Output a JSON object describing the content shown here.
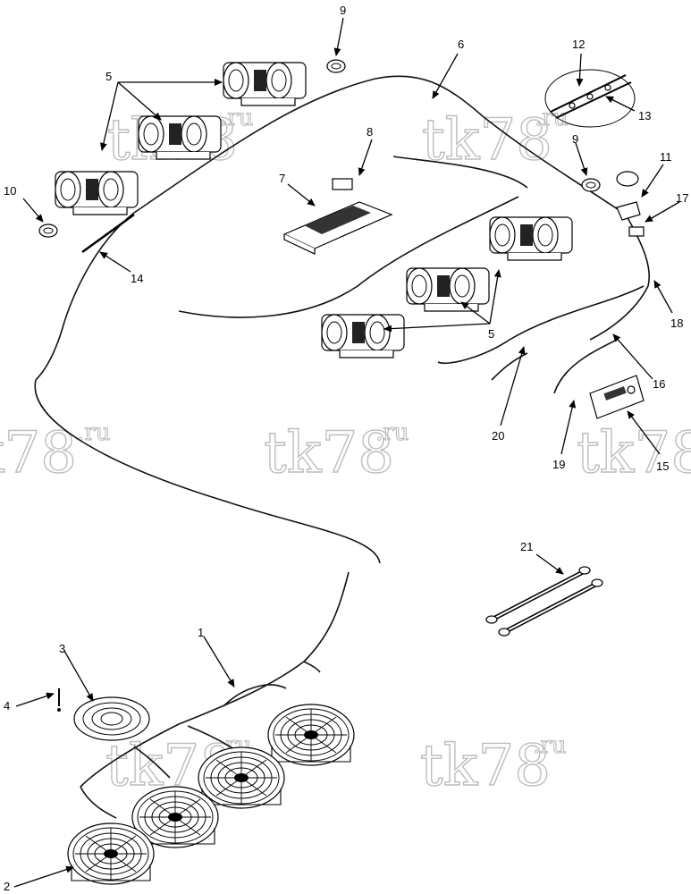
{
  "watermark": {
    "brand": "tk78",
    "suffix": ".ru"
  },
  "labels": [
    {
      "id": "1",
      "text": "1"
    },
    {
      "id": "2",
      "text": "2"
    },
    {
      "id": "3",
      "text": "3"
    },
    {
      "id": "4",
      "text": "4"
    },
    {
      "id": "5a",
      "text": "5"
    },
    {
      "id": "5b",
      "text": "5"
    },
    {
      "id": "6",
      "text": "6"
    },
    {
      "id": "7",
      "text": "7"
    },
    {
      "id": "8",
      "text": "8"
    },
    {
      "id": "9a",
      "text": "9"
    },
    {
      "id": "9b",
      "text": "9"
    },
    {
      "id": "10",
      "text": "10"
    },
    {
      "id": "11",
      "text": "11"
    },
    {
      "id": "12",
      "text": "12"
    },
    {
      "id": "13",
      "text": "13"
    },
    {
      "id": "14",
      "text": "14"
    },
    {
      "id": "15",
      "text": "15"
    },
    {
      "id": "16",
      "text": "16"
    },
    {
      "id": "17",
      "text": "17"
    },
    {
      "id": "18",
      "text": "18"
    },
    {
      "id": "19",
      "text": "19"
    },
    {
      "id": "20",
      "text": "20"
    },
    {
      "id": "21",
      "text": "21"
    }
  ],
  "colors": {
    "line": "#000000",
    "watermark": "#bdbdbd",
    "background": "#ffffff"
  }
}
